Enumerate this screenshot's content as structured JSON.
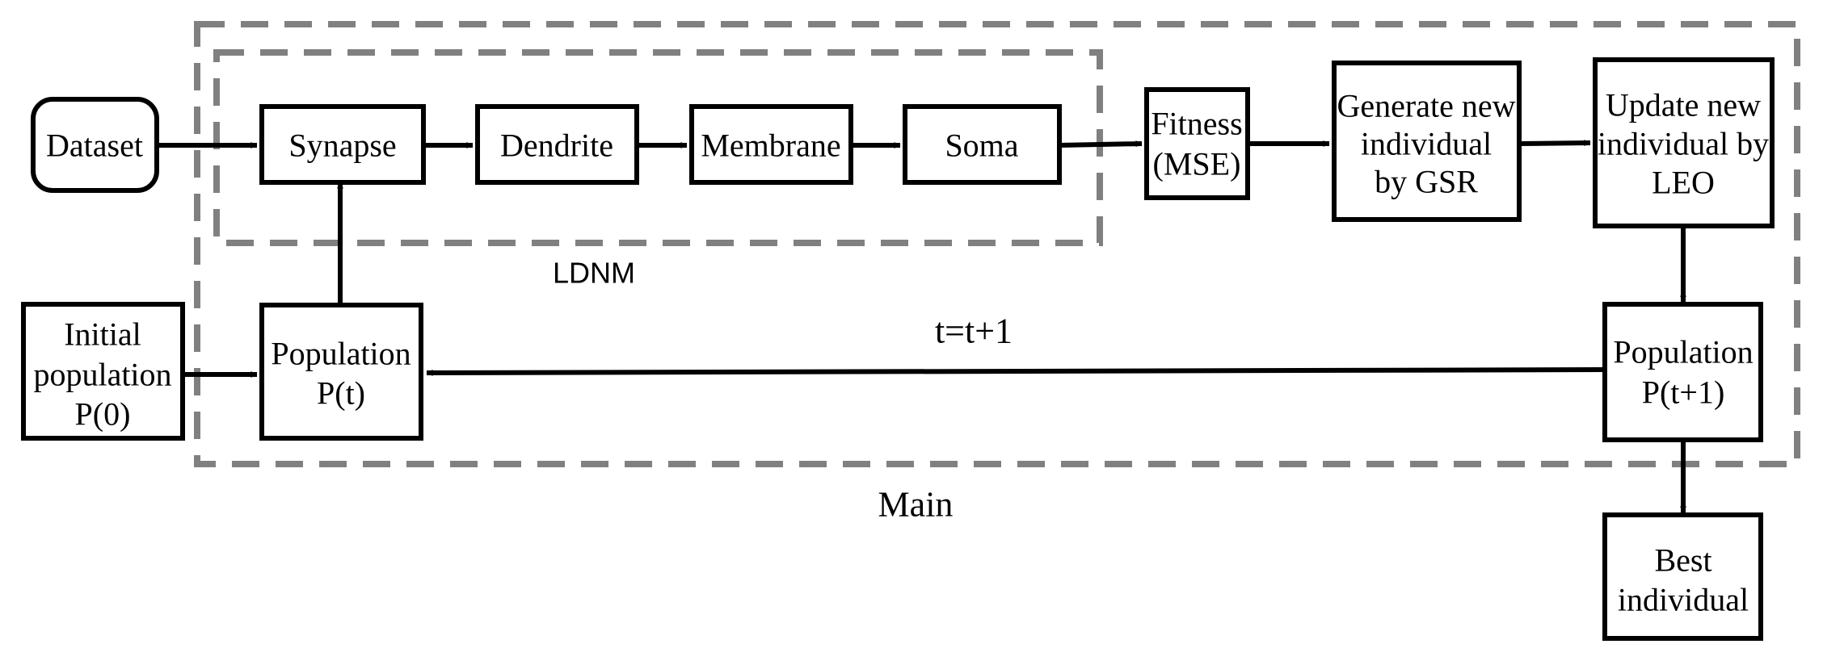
{
  "groups": {
    "main": "Main",
    "ldnm": "LDNM"
  },
  "nodes": {
    "dataset": "Dataset",
    "synapse": "Synapse",
    "dendrite": "Dendrite",
    "membrane": "Membrane",
    "soma": "Soma",
    "fitness": [
      "Fitness",
      "(MSE)"
    ],
    "generate": [
      "Generate new",
      "individual",
      "by GSR"
    ],
    "update": [
      "Update new",
      "individual by",
      "LEO"
    ],
    "initial_population": [
      "Initial",
      "population",
      "P(0)"
    ],
    "population_t": [
      "Population",
      "P(t)"
    ],
    "population_t1": [
      "Population",
      "P(t+1)"
    ],
    "best": [
      "Best",
      "individual"
    ]
  },
  "edges": {
    "loop_label": "t=t+1"
  }
}
